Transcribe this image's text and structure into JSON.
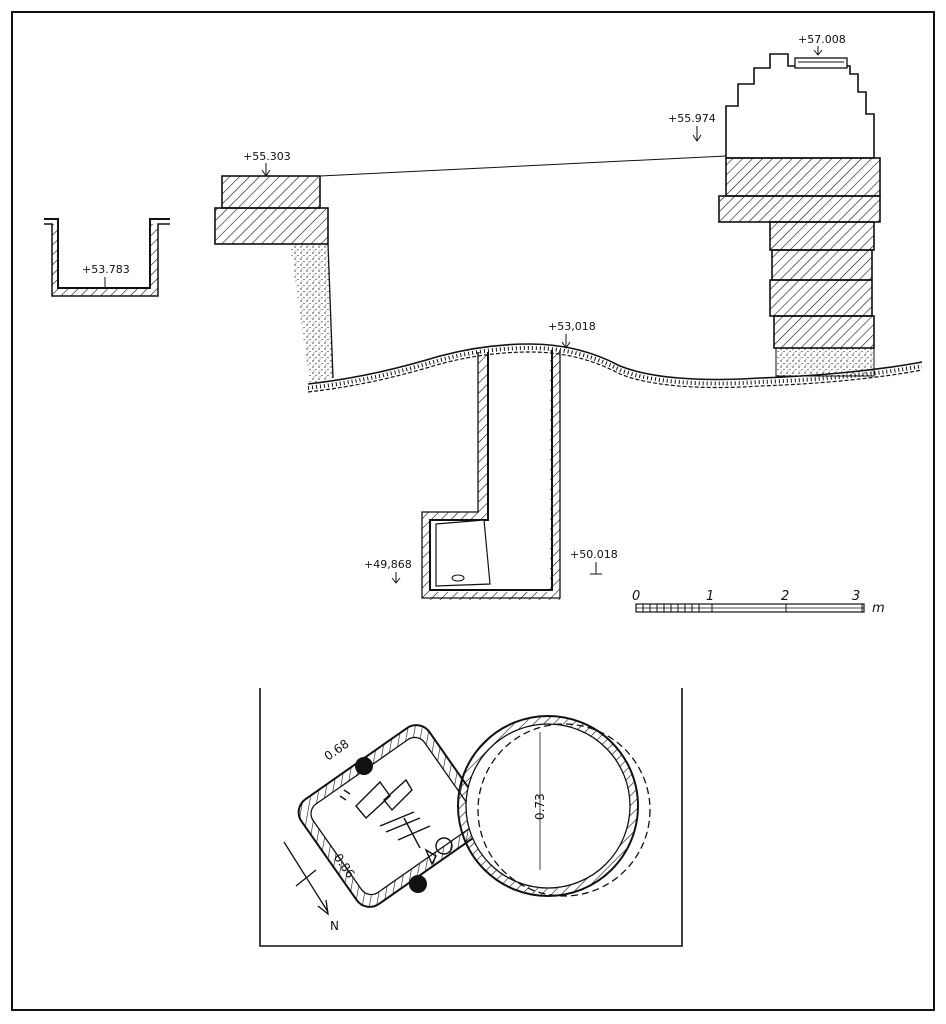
{
  "elevations": {
    "niche": "+53.783",
    "left_wall": "+55.303",
    "tower_step": "+55.974",
    "tower_top": "+57.008",
    "surface": "+53,018",
    "chamber_floor": "+49,868",
    "shaft_floor": "+50.018"
  },
  "scale": {
    "ticks": [
      "0",
      "1",
      "2",
      "3"
    ],
    "unit": "m"
  },
  "plan": {
    "chamber_width": "0.68",
    "chamber_length": "0.86",
    "shaft_diameter": "0.73",
    "north": "N"
  }
}
